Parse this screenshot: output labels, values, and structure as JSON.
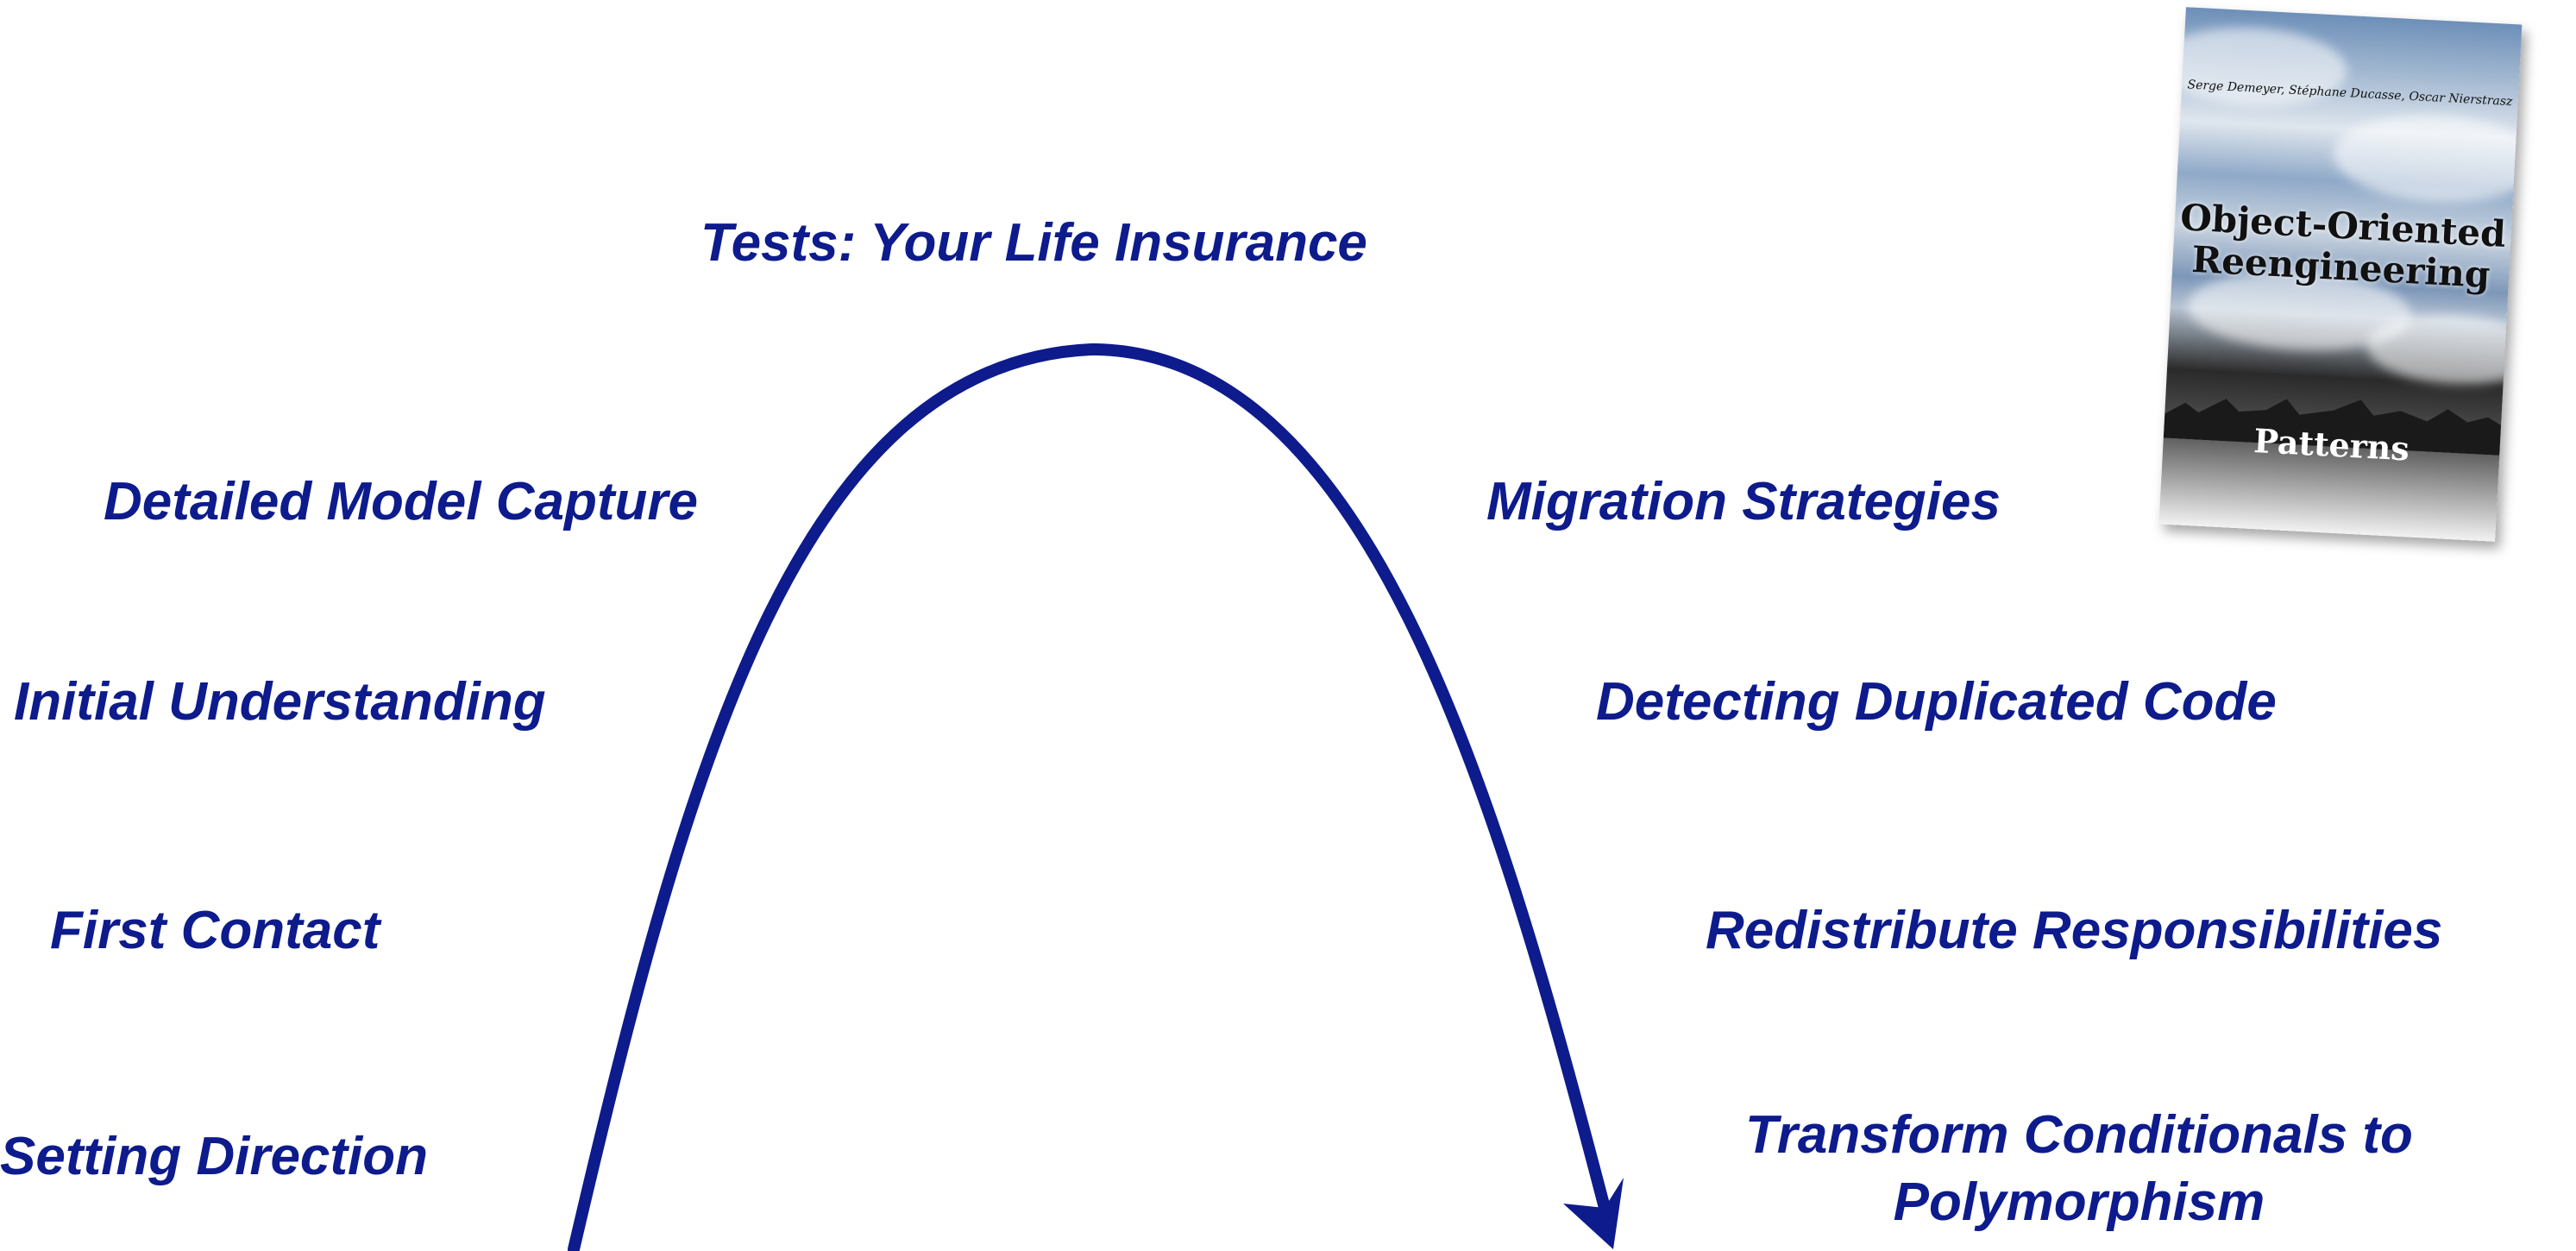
{
  "diagram": {
    "top_label": "Tests: Your Life Insurance",
    "left_labels": [
      "Detailed Model Capture",
      "Initial Understanding",
      "First Contact",
      "Setting Direction"
    ],
    "right_labels": [
      "Migration Strategies",
      "Detecting Duplicated Code",
      "Redistribute Responsibilities",
      "Transform Conditionals to Polymorphism"
    ],
    "arc_color": "#0d1b8c"
  },
  "book": {
    "authors": "Serge Demeyer, Stéphane Ducasse, Oscar Nierstrasz",
    "title": "Object-Oriented Reengineering",
    "subtitle": "Patterns"
  }
}
